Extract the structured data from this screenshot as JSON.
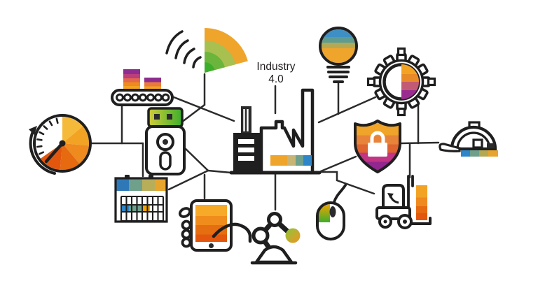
{
  "background": "#ffffff",
  "diagram": {
    "title": {
      "line1": "Industry",
      "line2": "4.0"
    },
    "nodes": [
      "stopwatch",
      "bar-chart-conveyor",
      "usb-drive",
      "calendar",
      "wifi-signal",
      "smartphone-hand",
      "factory",
      "robot-arm",
      "lightbulb",
      "gear-pie-chart",
      "shield-lock",
      "computer-mouse",
      "forklift",
      "safety-helmet"
    ],
    "colors": {
      "outline": "#1f1f1f",
      "connector": "#2b2b2b",
      "amber": "#F0A42A",
      "orange": "#EE8A1E",
      "deep_orange": "#E2570D",
      "purple": "#93278F",
      "magenta": "#C13584",
      "blue": "#2E86C8",
      "teal": "#6FA08C",
      "olive": "#B3A954",
      "green": "#3DAE2B",
      "yellow_green": "#A8C050"
    }
  }
}
